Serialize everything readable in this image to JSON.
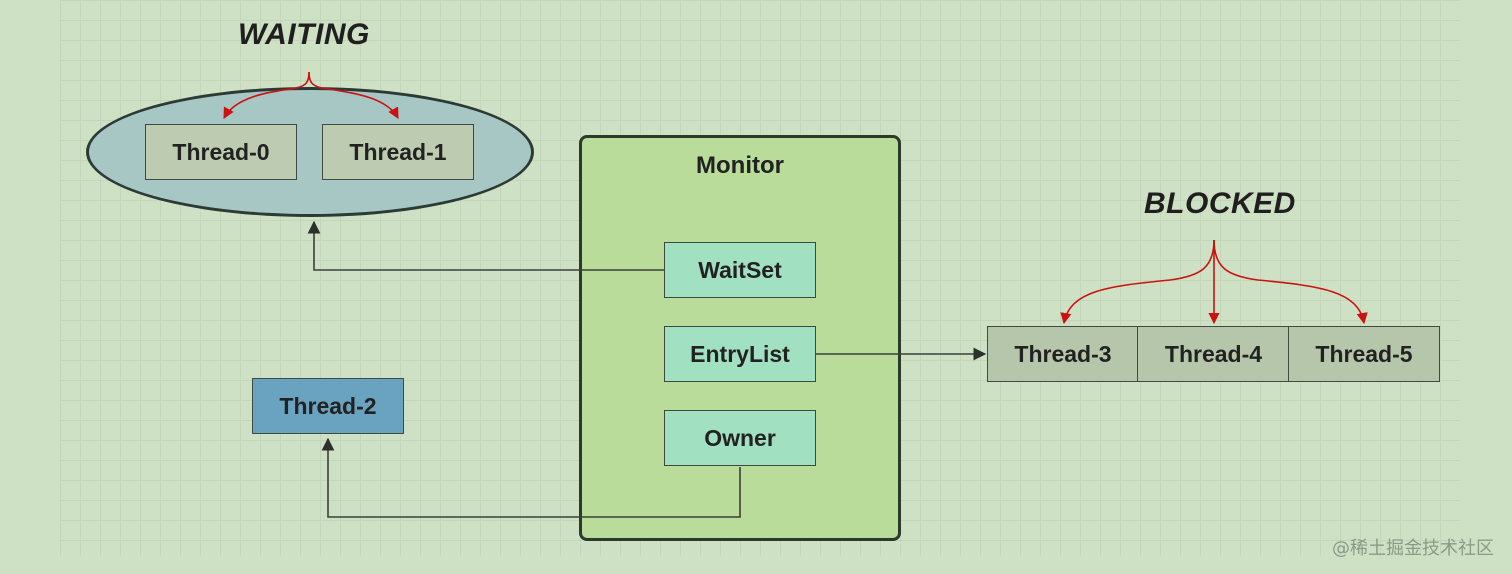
{
  "labels": {
    "waiting": "WAITING",
    "blocked": "BLOCKED"
  },
  "monitor": {
    "title": "Monitor",
    "wait_set": "WaitSet",
    "entry_list": "EntryList",
    "owner": "Owner"
  },
  "threads": {
    "t0": "Thread-0",
    "t1": "Thread-1",
    "t2": "Thread-2",
    "t3": "Thread-3",
    "t4": "Thread-4",
    "t5": "Thread-5"
  },
  "watermark": "@稀土掘金技术社区",
  "colors": {
    "background": "#cfe1c4",
    "waiting_ellipse": "#a7c7c4",
    "monitor_fill": "#b9dc9a",
    "slot_fill": "#a1e0c0",
    "owner_thread_fill": "#6aa3c0",
    "red_arrow": "#cc1111"
  }
}
